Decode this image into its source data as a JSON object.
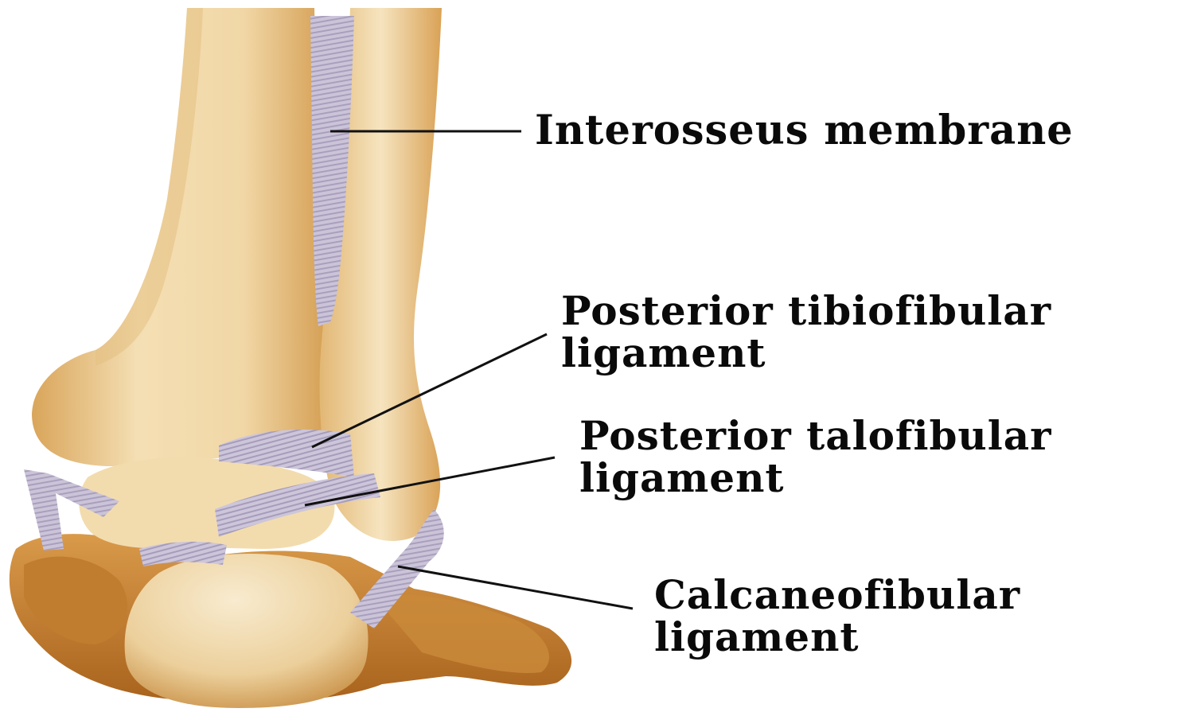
{
  "labels": {
    "interosseus_membrane": {
      "line1": "Interosseus membrane"
    },
    "posterior_tibiofibular_ligament": {
      "line1": "Posterior tibiofibular",
      "line2": "ligament"
    },
    "posterior_talofibular_ligament": {
      "line1": "Posterior talofibular",
      "line2": "ligament"
    },
    "calcaneofibular_ligament": {
      "line1": "Calcaneofibular",
      "line2": "ligament"
    }
  },
  "colors": {
    "bone_light": "#f6e6c4",
    "bone_mid": "#e9c98f",
    "bone_shadow": "#c98a3a",
    "bone_dark": "#a8651f",
    "ligament": "#c9c2d6",
    "ligament_stripe": "#a59cba",
    "leader_line": "#111111"
  }
}
